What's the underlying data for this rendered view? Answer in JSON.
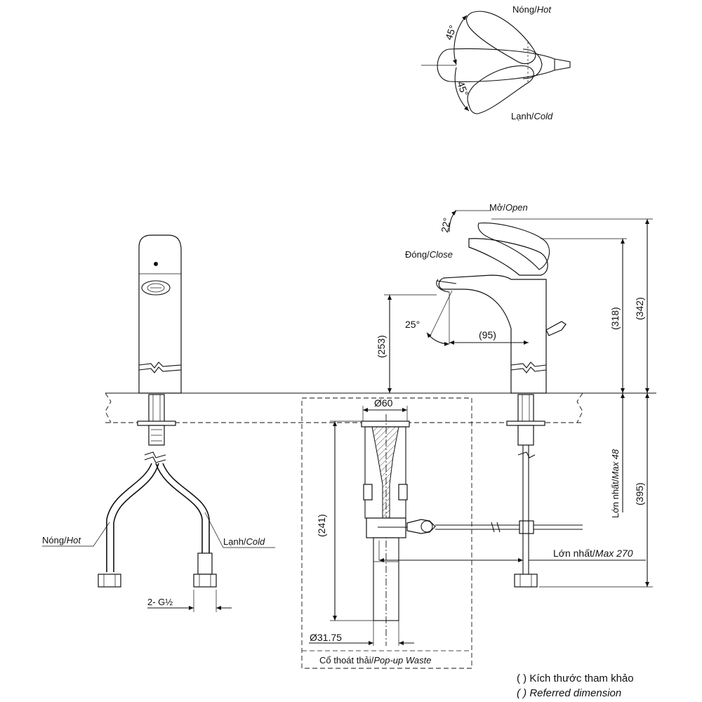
{
  "top_view": {
    "hot_label": "Nóng/",
    "hot_label_en": "Hot",
    "cold_label": "Lạnh/",
    "cold_label_en": "Cold",
    "angle_top": "45°",
    "angle_bottom": "45°"
  },
  "side_view": {
    "open_label": "Mở/",
    "open_label_en": "Open",
    "close_label": "Đóng/",
    "close_label_en": "Close",
    "angle_handle": "22°",
    "angle_spout": "25°",
    "dim_spout_height": "(253)",
    "dim_reach": "(95)",
    "dim_318": "(318)",
    "dim_342": "(342)",
    "dim_395": "(395)",
    "max48_label": "Lớn nhất/",
    "max48_label_en": "Max 48",
    "max270_label": "Lớn nhất/",
    "max270_label_en": "Max 270"
  },
  "front_view": {
    "hot_label": "Nóng/",
    "hot_label_en": "Hot",
    "cold_label": "Lạnh/",
    "cold_label_en": "Cold",
    "thread_label": "2- G½"
  },
  "popup_waste": {
    "dim_diameter_top": "Ø60",
    "dim_241": "(241)",
    "dim_diameter_bottom": "Ø31.75",
    "caption": "Cổ thoát thải/",
    "caption_en": "Pop-up Waste"
  },
  "legend": {
    "line1": "(    ) Kích thước tham khảo",
    "line2": "(    ) Referred dimension"
  }
}
